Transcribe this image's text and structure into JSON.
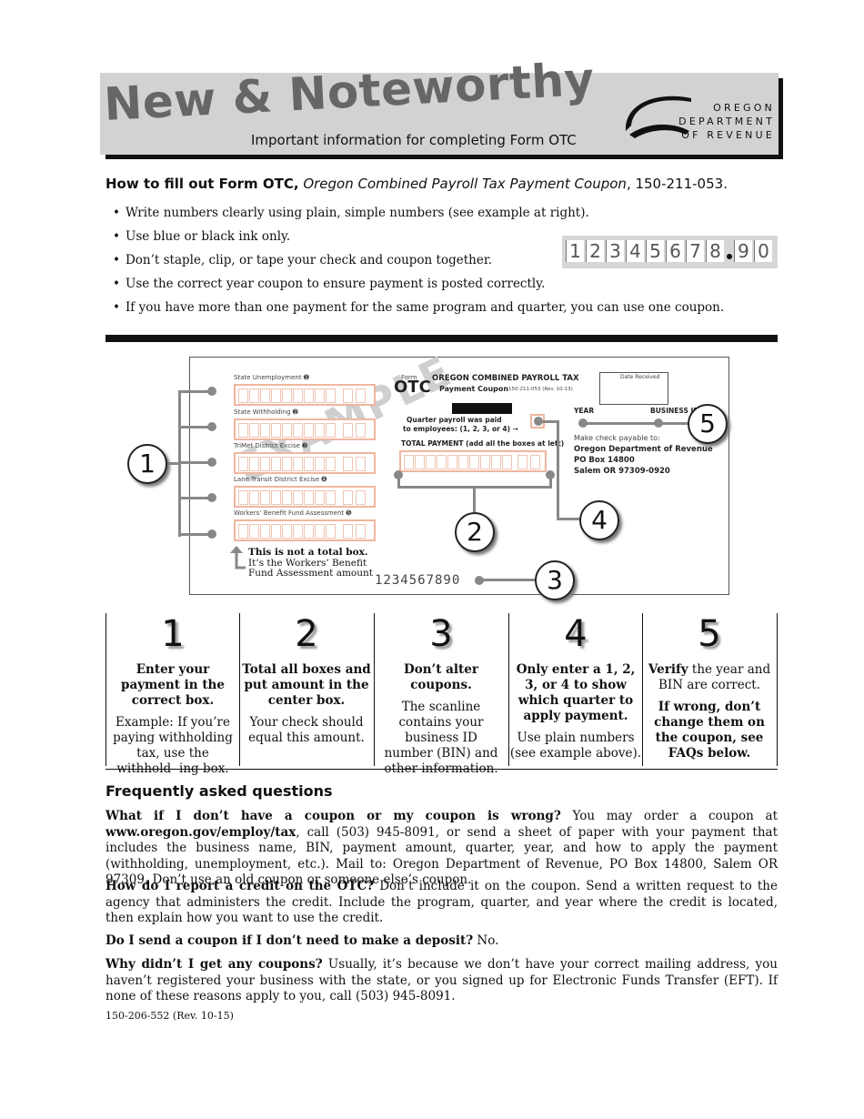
{
  "header": {
    "title": "New & Noteworthy",
    "subtitle": "Important information for completing Form OTC",
    "agency_lines": [
      "OREGON",
      "DEPARTMENT",
      "OF REVENUE"
    ]
  },
  "howto": {
    "lead_bold": "How to fill out Form OTC,",
    "lead_italic": "Oregon Combined Payroll Tax Payment Coupon",
    "lead_tail": ", 150-211-053.",
    "bullets": [
      "Write numbers clearly using plain, simple numbers (see example at right).",
      "Use blue or black ink only.",
      "Don’t staple, clip, or tape your check and coupon together.",
      "Use the correct year coupon to ensure payment is posted correctly.",
      "If you have more than one payment for the same program and quarter, you can use one coupon."
    ],
    "number_sample": [
      "1",
      "2",
      "3",
      "4",
      "5",
      "6",
      "7",
      "8",
      "9",
      "0"
    ]
  },
  "coupon": {
    "watermark": "EXAMPLE",
    "form_label": "Form",
    "form_name": "OTC",
    "title": "OREGON COMBINED PAYROLL TAX",
    "payment_coupon": "Payment Coupon",
    "revision": "150-211-053 (Rev. 10-13)",
    "date_received": "Date Received",
    "fields": [
      "State Unemployment ➊",
      "State Withholding ➋",
      "TriMet District Excise ➌",
      "Lane Transit District Excise ➍",
      "Workers’ Benefit Fund Assessment ➎"
    ],
    "quarter_line1": "Quarter payroll was paid",
    "quarter_line2": "to employees: (1, 2, 3, or 4) ➞",
    "total_payment": "TOTAL PAYMENT (add all the boxes at left)",
    "year": "YEAR",
    "bin": "BUSINESS ID NO.",
    "payable_to": "Make check payable to:",
    "address": [
      "Oregon Department of Revenue",
      "PO Box 14800",
      "Salem OR 97309-0920"
    ],
    "not_total_bold": "This is not a total box.",
    "not_total_line2": "It’s the Workers’ Benefit",
    "not_total_line3": "Fund Assessment amount",
    "scanline": "1234567890",
    "callouts": [
      "1",
      "2",
      "3",
      "4",
      "5"
    ]
  },
  "steps": [
    {
      "num": "1",
      "bold": "Enter your payment in the correct box.",
      "text": "Example: If you’re paying withholding tax, use the withhold- ing box."
    },
    {
      "num": "2",
      "bold": "Total all boxes and put amount in the center box.",
      "text": "Your check should equal this amount."
    },
    {
      "num": "3",
      "bold": "Don’t alter coupons.",
      "text": "The scanline contains your business ID number (BIN) and other information."
    },
    {
      "num": "4",
      "bold": "Only enter a 1, 2, 3, or 4 to show which quarter to apply payment.",
      "text": "Use plain numbers (see example above)."
    },
    {
      "num": "5",
      "bold_lead": "Verify",
      "text_lead": " the year and BIN are correct.",
      "bold": "If wrong, don’t change them on the coupon, see FAQs below."
    }
  ],
  "faq": {
    "title": "Frequently asked questions",
    "items": [
      {
        "q": "What if I don’t have a coupon or my coupon is wrong?",
        "a1": " You may order a coupon at ",
        "link": "www.oregon.gov/employ/tax",
        "a2": ", call (503) 945-8091, or send a sheet of paper with your payment that includes the business name, BIN, payment amount, quarter, year, and how to apply the payment (withholding, unemployment, etc.). Mail to: Oregon Department of Revenue, PO Box 14800,  Salem OR 97309. Don’t use an old coupon or someone else’s coupon."
      },
      {
        "q": "How do I report a credit on the OTC?",
        "a1": " Don’t include it on the coupon. Send a written request to the agency that administers the credit. Include the program, quarter, and year where the credit is located, then explain how you want to use the credit."
      },
      {
        "q": "Do I send a coupon if I don’t need to make a deposit?",
        "a1": " No."
      },
      {
        "q": "Why didn’t I get any coupons?",
        "a1": " Usually, it’s because we don’t have your correct mailing address, you haven’t registered your business with the state, or you signed up for Electronic Funds Transfer (EFT). If none of these reasons apply to you, call (503) 945-8091."
      }
    ]
  },
  "form_number": "150-206-552 (Rev. 10-15)"
}
